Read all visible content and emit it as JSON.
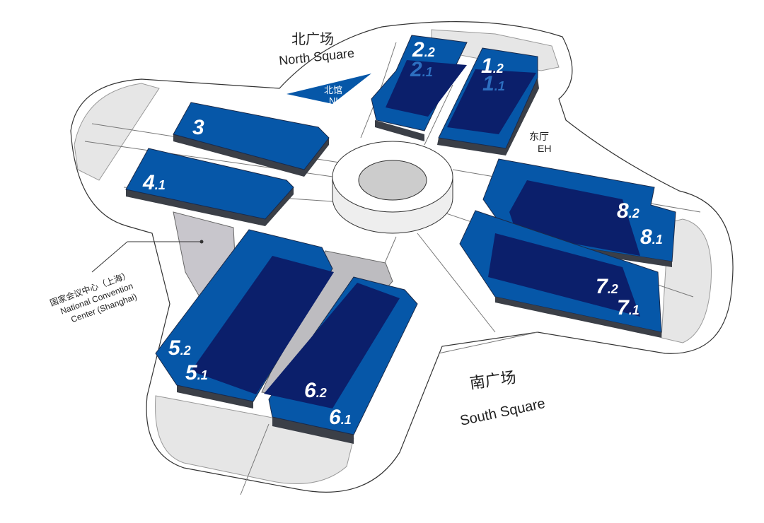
{
  "north_square": {
    "cn": "北广场",
    "en": "North Square"
  },
  "south_square": {
    "cn": "南广场",
    "en": "South Square"
  },
  "north_hall": {
    "cn": "北馆",
    "en": "NH"
  },
  "east_hall": {
    "cn": "东厅",
    "en": "EH"
  },
  "venue": {
    "cn": "国家会议中心（上海）",
    "en1": "National Convention",
    "en2": "Center (Shanghai)"
  },
  "halls": {
    "h1_1": {
      "major": "1",
      "minor": ".1"
    },
    "h1_2": {
      "major": "1",
      "minor": ".2"
    },
    "h2_1": {
      "major": "2",
      "minor": ".1"
    },
    "h2_2": {
      "major": "2",
      "minor": ".2"
    },
    "h3": {
      "major": "3",
      "minor": ""
    },
    "h4_1": {
      "major": "4",
      "minor": ".1"
    },
    "h5_1": {
      "major": "5",
      "minor": ".1"
    },
    "h5_2": {
      "major": "5",
      "minor": ".2"
    },
    "h6_1": {
      "major": "6",
      "minor": ".1"
    },
    "h6_2": {
      "major": "6",
      "minor": ".2"
    },
    "h7_1": {
      "major": "7",
      "minor": ".1"
    },
    "h7_2": {
      "major": "7",
      "minor": ".2"
    },
    "h8_1": {
      "major": "8",
      "minor": ".1"
    },
    "h8_2": {
      "major": "8",
      "minor": ".2"
    }
  },
  "colors": {
    "hall_light": "#0657a8",
    "hall_dark": "#0b1f6b",
    "side": "#2c3a4e",
    "gray": "#c8c6cc"
  }
}
